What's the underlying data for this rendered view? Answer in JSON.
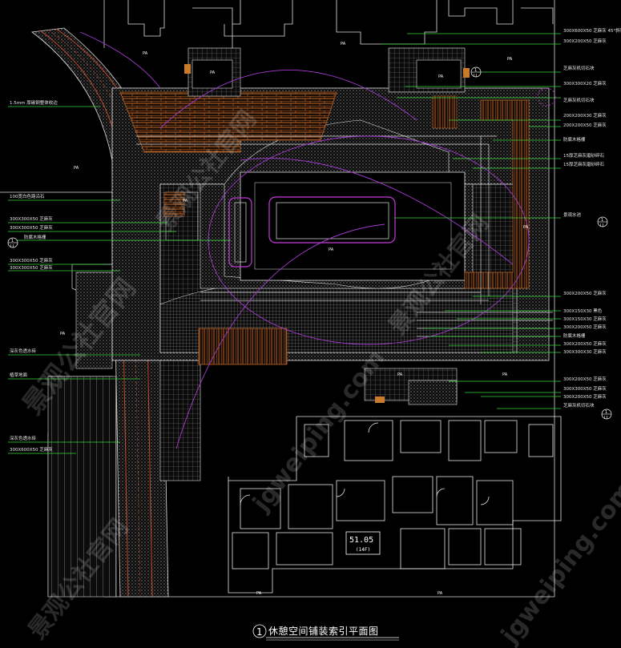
{
  "title": "休憩空间铺装索引平面图",
  "title_index": "1",
  "elevation": {
    "value": "51.05",
    "sub": "(14F)"
  },
  "area_label": "PA",
  "watermark": [
    "景观公社官网",
    "景观公社官网",
    "景观公社官网",
    "jgweiping.com",
    "景观公社官网",
    "jgweiping.com"
  ],
  "callouts_right": [
    "300X600X50  芝麻灰  45°斜铺",
    "300X200X50  芝麻灰",
    "芝麻灰机切石块",
    "300X300X20  芝麻灰",
    "芝麻灰机切石块",
    "200X200X30  芝麻灰",
    "200X200X50  芝麻灰",
    "防腐木格栅",
    "15厚芝麻灰磨砂碎石",
    "15厚芝麻灰磨砂碎石",
    "景观水池",
    "300X200X50  芝麻灰",
    "300X150X30  黑色",
    "300X150X30  芝麻灰",
    "300X200X50  芝麻灰",
    "防腐木格栅",
    "300X200X50  芝麻灰",
    "300X300X30  芝麻灰",
    "300X200X50  芝麻灰",
    "300X300X50  芝麻灰",
    "300X200X50  芝麻灰",
    "芝麻灰机切石块"
  ],
  "callouts_left": [
    "1.5mm 厚碳钢整体收边",
    "100宽白色路沿石",
    "300X300X50  芝麻灰",
    "300X300X50  芝麻灰",
    "防腐木格栅",
    "300X300X50  芝麻灰",
    "300X300X50  芝麻灰",
    "深灰色透水砖",
    "植草地面",
    "深灰色透水砖",
    "300X600X50  芝麻灰"
  ],
  "tags": [
    "1",
    "LI",
    "1",
    "LI",
    "1",
    "LI",
    "1",
    "LI"
  ]
}
